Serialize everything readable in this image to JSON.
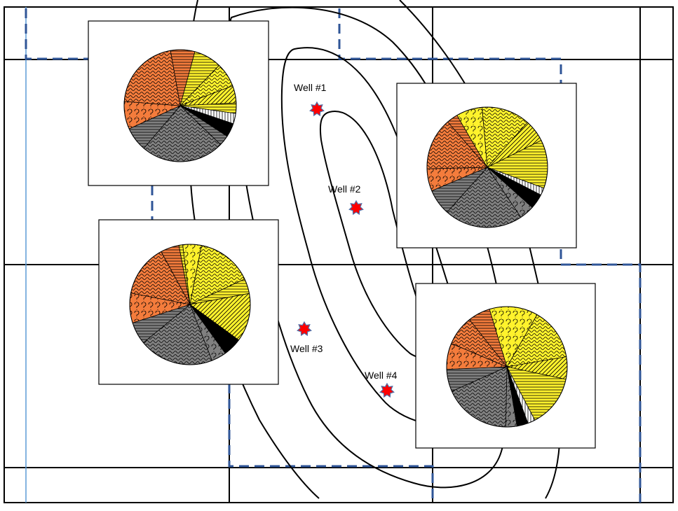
{
  "map": {
    "wells": [
      {
        "id": "well-1",
        "label": "Well #1"
      },
      {
        "id": "well-2",
        "label": "Well #2"
      },
      {
        "id": "well-3",
        "label": "Well #3"
      },
      {
        "id": "well-4",
        "label": "Well #4"
      }
    ],
    "colors": {
      "orange": "#F47C3C",
      "yellow": "#FFF22C",
      "gray": "#808080",
      "black": "#000000",
      "white": "#FFFFFF",
      "well_marker": "#FF0000",
      "well_marker_outline": "#4F6FA8",
      "lease_line": "#2F5597",
      "section_line": "#000000",
      "axis_line": "#5B9BD5"
    },
    "pie_charts": [
      {
        "id": "pie-top-left",
        "slices": [
          {
            "fill": "orange",
            "pattern": "hlines",
            "value": 7
          },
          {
            "fill": "yellow",
            "pattern": "hlines",
            "value": 8
          },
          {
            "fill": "yellow",
            "pattern": "wave",
            "value": 7
          },
          {
            "fill": "yellow",
            "pattern": "diag",
            "value": 5
          },
          {
            "fill": "yellow",
            "pattern": "hlines",
            "value": 3
          },
          {
            "fill": "white",
            "pattern": "vlines",
            "value": 3
          },
          {
            "fill": "black",
            "pattern": "none",
            "value": 4
          },
          {
            "fill": "gray",
            "pattern": "hlines",
            "value": 3
          },
          {
            "fill": "gray",
            "pattern": "wave",
            "value": 24
          },
          {
            "fill": "gray",
            "pattern": "hlines",
            "value": 7
          },
          {
            "fill": "orange",
            "pattern": "question",
            "value": 8
          },
          {
            "fill": "orange",
            "pattern": "wave",
            "value": 21
          }
        ]
      },
      {
        "id": "pie-top-right",
        "slices": [
          {
            "fill": "yellow",
            "pattern": "wave",
            "value": 13
          },
          {
            "fill": "yellow",
            "pattern": "diag",
            "value": 6
          },
          {
            "fill": "yellow",
            "pattern": "hlines",
            "value": 13
          },
          {
            "fill": "white",
            "pattern": "vlines",
            "value": 2
          },
          {
            "fill": "black",
            "pattern": "none",
            "value": 4
          },
          {
            "fill": "gray",
            "pattern": "question",
            "value": 4
          },
          {
            "fill": "gray",
            "pattern": "wave",
            "value": 21
          },
          {
            "fill": "gray",
            "pattern": "hlines",
            "value": 7
          },
          {
            "fill": "orange",
            "pattern": "question",
            "value": 6
          },
          {
            "fill": "orange",
            "pattern": "wave",
            "value": 14
          },
          {
            "fill": "orange",
            "pattern": "hlines",
            "value": 3
          },
          {
            "fill": "yellow",
            "pattern": "question",
            "value": 7
          }
        ]
      },
      {
        "id": "pie-bottom-left",
        "slices": [
          {
            "fill": "yellow",
            "pattern": "question",
            "value": 5
          },
          {
            "fill": "yellow",
            "pattern": "wave",
            "value": 15
          },
          {
            "fill": "yellow",
            "pattern": "hlines",
            "value": 4
          },
          {
            "fill": "yellow",
            "pattern": "diag",
            "value": 13
          },
          {
            "fill": "black",
            "pattern": "none",
            "value": 5
          },
          {
            "fill": "gray",
            "pattern": "question",
            "value": 4
          },
          {
            "fill": "gray",
            "pattern": "wave",
            "value": 20
          },
          {
            "fill": "gray",
            "pattern": "hlines",
            "value": 6
          },
          {
            "fill": "orange",
            "pattern": "question",
            "value": 8
          },
          {
            "fill": "orange",
            "pattern": "wave",
            "value": 14
          },
          {
            "fill": "orange",
            "pattern": "hlines",
            "value": 5
          },
          {
            "fill": "yellow",
            "pattern": "hlines",
            "value": 1
          }
        ]
      },
      {
        "id": "pie-bottom-right",
        "slices": [
          {
            "fill": "yellow",
            "pattern": "wave",
            "value": 14
          },
          {
            "fill": "yellow",
            "pattern": "diag",
            "value": 6
          },
          {
            "fill": "yellow",
            "pattern": "hlines",
            "value": 14
          },
          {
            "fill": "white",
            "pattern": "vlines",
            "value": 2
          },
          {
            "fill": "black",
            "pattern": "none",
            "value": 3
          },
          {
            "fill": "gray",
            "pattern": "question",
            "value": 3
          },
          {
            "fill": "gray",
            "pattern": "wave",
            "value": 18
          },
          {
            "fill": "gray",
            "pattern": "hlines",
            "value": 6
          },
          {
            "fill": "orange",
            "pattern": "question",
            "value": 7
          },
          {
            "fill": "orange",
            "pattern": "wave",
            "value": 8
          },
          {
            "fill": "orange",
            "pattern": "hlines",
            "value": 6
          },
          {
            "fill": "yellow",
            "pattern": "question",
            "value": 13
          }
        ]
      }
    ]
  }
}
